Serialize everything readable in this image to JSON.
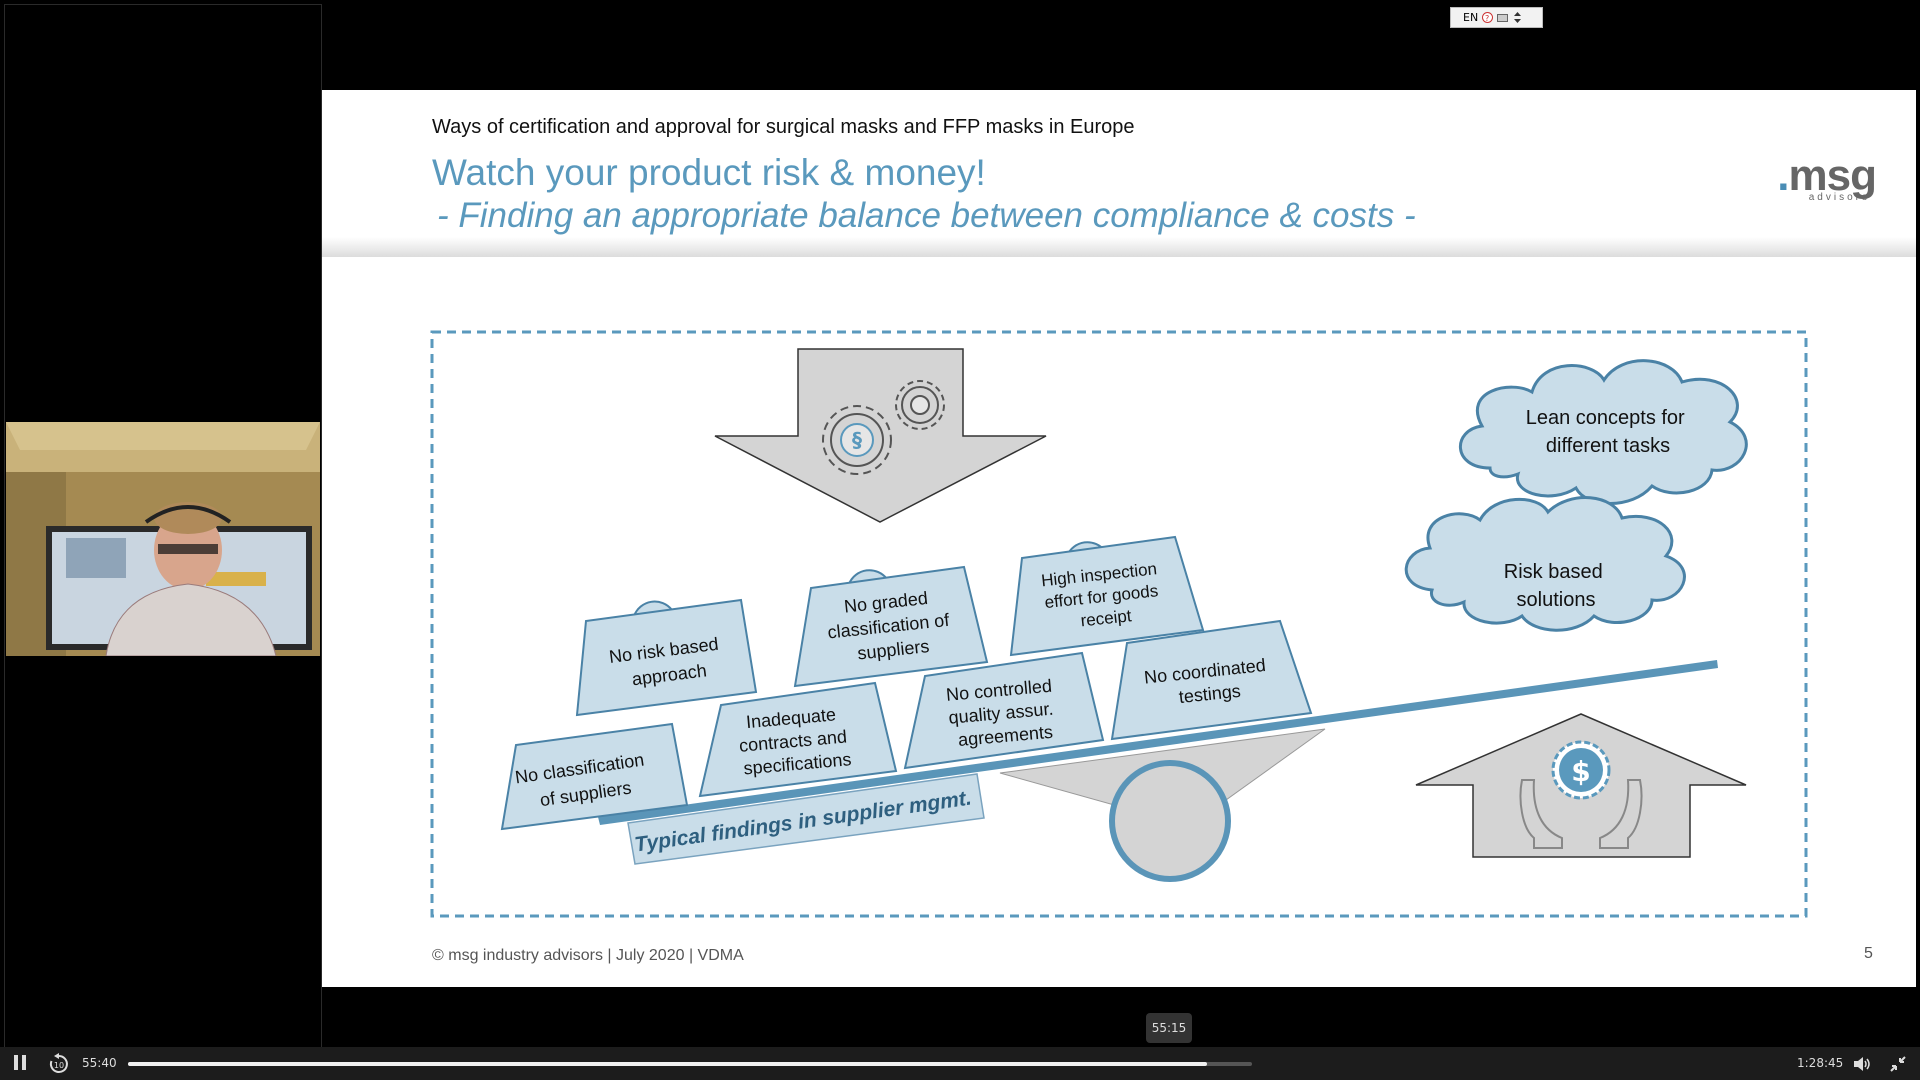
{
  "language_bar": {
    "language": "EN"
  },
  "slide": {
    "subtitle": "Ways of certification and approval for surgical masks and FFP masks in Europe",
    "title": "Watch your product risk & money!",
    "title_line2": " - Finding an appropriate balance between compliance & costs -",
    "logo": {
      "brand": "msg",
      "tagline": "advisors"
    },
    "footer": "© msg industry advisors | July 2020 | VDMA",
    "page_number": "5",
    "diagram": {
      "weights_top": [
        "No risk based approach",
        "No graded classification of suppliers",
        "High inspection effort for goods receipt"
      ],
      "weights_bottom": [
        "No classification of suppliers",
        "Inadequate contracts and specifications",
        "No controlled quality assur. agreements",
        "No coordinated testings"
      ],
      "banner": "Typical findings in supplier mgmt.",
      "clouds": [
        "Lean concepts for different tasks",
        "Risk based solutions"
      ],
      "paragraph_symbol": "§",
      "dollar_symbol": "$"
    }
  },
  "player": {
    "hover_time": "55:15",
    "current_time": "55:40",
    "total_time": "1:28:45",
    "rewind_seconds": "10",
    "progress_fraction": 0.96
  },
  "colors": {
    "accent": "#5a99bd",
    "weight_fill": "#c9dde9",
    "weight_stroke": "#4a82a6",
    "beam": "#5a95b8",
    "gray_shape": "#d4d4d4"
  }
}
